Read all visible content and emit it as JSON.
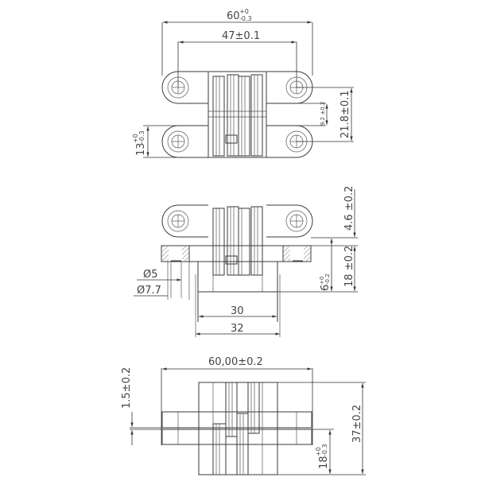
{
  "drawing": {
    "title": "Concealed invisible hinge — technical dimension drawing",
    "views": {
      "top": {
        "overall_width": "60",
        "overall_width_tol_upper": "+0",
        "overall_width_tol_lower": "-0.3",
        "hole_spacing": "47±0.1",
        "leaf_height": "13",
        "leaf_height_tol_upper": "+0",
        "leaf_height_tol_lower": "-0.3",
        "hole_center_vertical": "21.8±0.1",
        "gap": "9.2 ±0.2"
      },
      "side": {
        "leaf_thickness": "4.6 ±0.2",
        "body_depth": "18 ±0.2",
        "flange_depth": "6",
        "flange_tol_upper": "+0",
        "flange_tol_lower": "-0.2",
        "hole_dia_small": "Ø5",
        "hole_dia_large": "Ø7.7",
        "body_inner_width": "30",
        "body_outer_width": "32"
      },
      "bottom": {
        "open_width": "60,00±0.2",
        "offset": "1.5±0.2",
        "total_height": "37±0.2",
        "half_height": "18",
        "half_height_tol_upper": "+0",
        "half_height_tol_lower": "-0.3"
      }
    }
  }
}
